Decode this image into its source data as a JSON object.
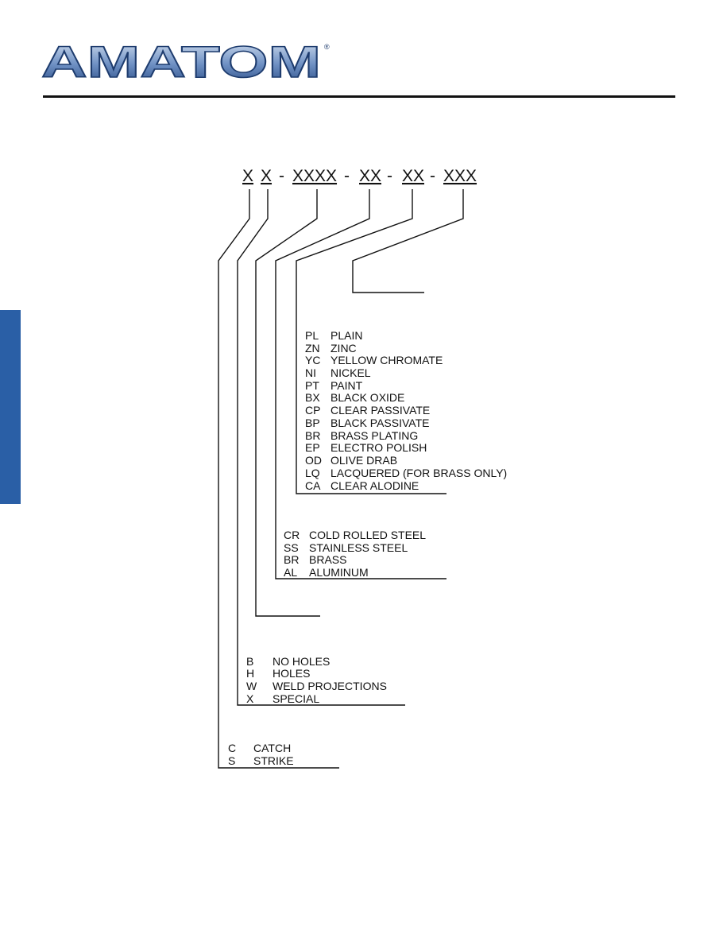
{
  "header": {
    "brand": "AMATOM",
    "registered_mark": "®",
    "logo_gradient": [
      "#dce6f3",
      "#6f91c4",
      "#2b4d86"
    ]
  },
  "side_tab_color": "#2a5fa6",
  "part_number": {
    "segments": [
      "X",
      "X",
      "XXXX",
      "XX",
      "XX",
      "XXX"
    ],
    "separator": "-"
  },
  "groups": {
    "finish": {
      "options": [
        {
          "code": "PL",
          "label": "PLAIN"
        },
        {
          "code": "ZN",
          "label": "ZINC"
        },
        {
          "code": "YC",
          "label": "YELLOW CHROMATE"
        },
        {
          "code": "NI",
          "label": "NICKEL"
        },
        {
          "code": "PT",
          "label": "PAINT"
        },
        {
          "code": "BX",
          "label": "BLACK OXIDE"
        },
        {
          "code": "CP",
          "label": "CLEAR PASSIVATE"
        },
        {
          "code": "BP",
          "label": "BLACK PASSIVATE"
        },
        {
          "code": "BR",
          "label": "BRASS PLATING"
        },
        {
          "code": "EP",
          "label": "ELECTRO POLISH"
        },
        {
          "code": "OD",
          "label": "OLIVE DRAB"
        },
        {
          "code": "LQ",
          "label": "LACQUERED (FOR BRASS ONLY)"
        },
        {
          "code": "CA",
          "label": "CLEAR ALODINE"
        }
      ]
    },
    "material": {
      "options": [
        {
          "code": "CR",
          "label": "COLD ROLLED STEEL"
        },
        {
          "code": "SS",
          "label": "STAINLESS STEEL"
        },
        {
          "code": "BR",
          "label": "BRASS"
        },
        {
          "code": "AL",
          "label": "ALUMINUM"
        }
      ]
    },
    "holes": {
      "options": [
        {
          "code": "B",
          "label": "NO HOLES"
        },
        {
          "code": "H",
          "label": "HOLES"
        },
        {
          "code": "W",
          "label": "WELD PROJECTIONS"
        },
        {
          "code": "X",
          "label": "SPECIAL"
        }
      ]
    },
    "type": {
      "options": [
        {
          "code": "C",
          "label": "CATCH"
        },
        {
          "code": "S",
          "label": "STRIKE"
        }
      ]
    }
  }
}
